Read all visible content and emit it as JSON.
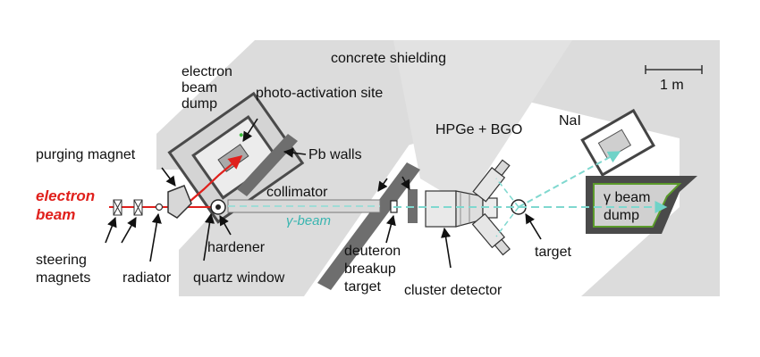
{
  "labels": {
    "concrete_shielding": "concrete shielding",
    "scale_bar": "1 m",
    "electron_beam_dump_1": "electron",
    "electron_beam_dump_2": "beam",
    "electron_beam_dump_3": "dump",
    "photo_activation_site": "photo-activation site",
    "hpge_bgo": "HPGe + BGO",
    "nai": "NaI",
    "purging_magnet": "purging magnet",
    "pb_walls": "Pb walls",
    "electron_beam_1": "electron",
    "electron_beam_2": "beam",
    "collimator": "collimator",
    "gamma_beam": "γ-beam",
    "gamma_beam_dump_1": "γ beam",
    "gamma_beam_dump_2": "dump",
    "hardener": "hardener",
    "deuteron_1": "deuteron",
    "deuteron_2": "breakup",
    "deuteron_3": "target",
    "target": "target",
    "steering_1": "steering",
    "steering_2": "magnets",
    "radiator": "radiator",
    "quartz_window": "quartz window",
    "cluster_detector": "cluster detector"
  },
  "colors": {
    "shielding": "#dcdcdc",
    "electron_beam": "#e0201c",
    "gamma_beam": "#7fd8cf",
    "dump_outline": "#5a9a2a",
    "walls": "#6e6e6e"
  }
}
